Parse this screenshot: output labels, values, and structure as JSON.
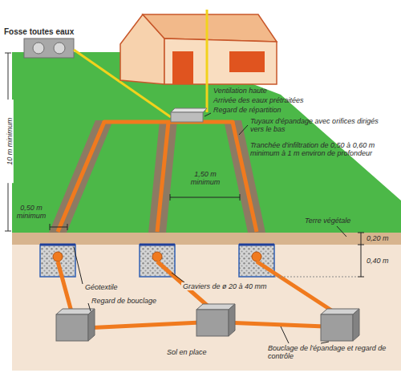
{
  "diagram": {
    "labels": [
      "Fosse toutes eaux",
      "Ventilation haute",
      "Arrivée des eaux prétraitées",
      "Regard de répartition",
      "Tuyaux d'épandage avec orifices dirigés vers le bas",
      "Tranchée d'infiltration de 0,50 à 0,60 m minimum à 1 m environ de profondeur",
      "10 m minimum",
      "1,50 m minimum",
      "0,50 m minimum",
      "Terre végétale",
      "0,20 m",
      "0,40 m",
      "Géotextile",
      "Graviers de ø 20 à 40 mm",
      "Regard de bouclage",
      "Sol en place",
      "Bouclage de l'épandage et regard de contrôle"
    ]
  }
}
